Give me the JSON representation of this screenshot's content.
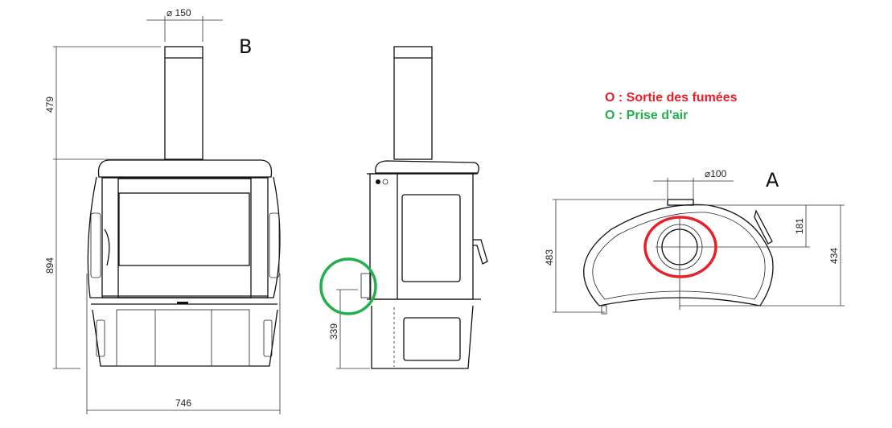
{
  "views": {
    "front": "B",
    "top": "A"
  },
  "dimensions": {
    "flue_diameter_front": "⌀ 150",
    "flue_height": "479",
    "stove_height": "894",
    "stove_width": "746",
    "air_intake_height": "339",
    "flue_diameter_top": "⌀100",
    "depth_total": "483",
    "depth_body": "434",
    "flue_offset": "181"
  },
  "legend": {
    "smoke_outlet": "O : Sortie des fumées",
    "air_intake": "O : Prise d'air"
  },
  "colors": {
    "smoke_outlet": "#e8202a",
    "air_intake": "#22b04b"
  }
}
